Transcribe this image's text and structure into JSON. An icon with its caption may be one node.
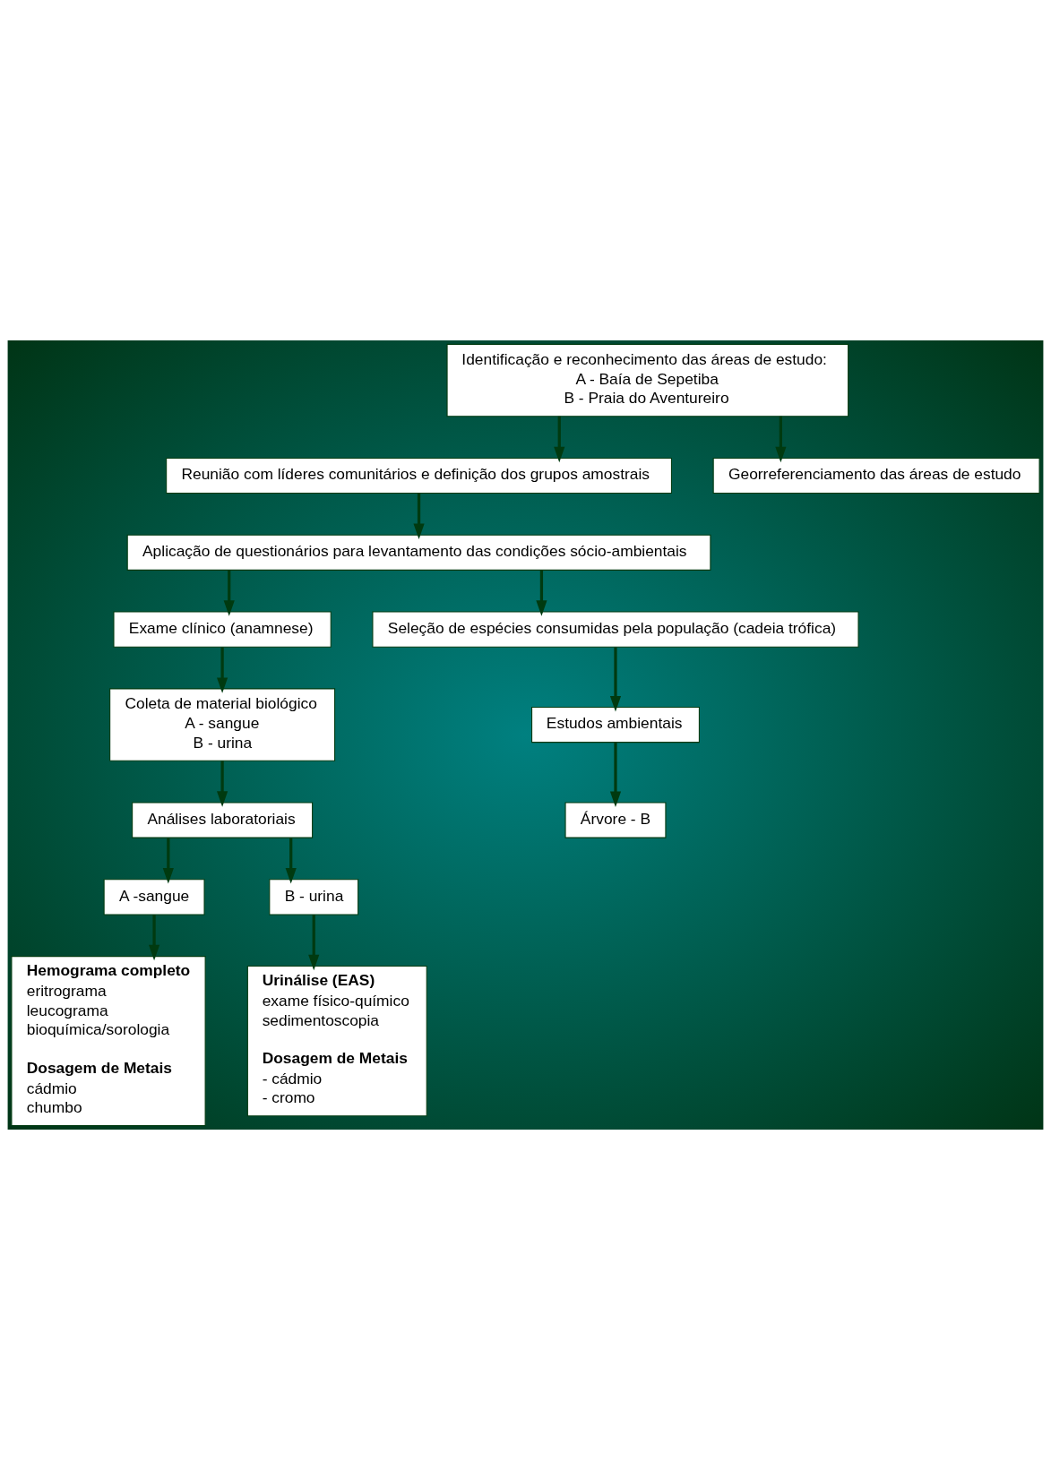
{
  "diagram": {
    "nodes": [
      {
        "text": [
          "Identificação e reconhecimento das áreas de estudo:",
          "A - Baía de Sepetiba",
          "B - Praia do Aventureiro"
        ]
      },
      {
        "text": [
          "Reunião com líderes comunitários e definição dos grupos amostrais"
        ]
      },
      {
        "text": [
          "Georreferenciamento das áreas de estudo"
        ]
      },
      {
        "text": [
          "Aplicação de questionários para levantamento das condições sócio-ambientais"
        ]
      },
      {
        "text": [
          "Exame clínico (anamnese)"
        ]
      },
      {
        "text": [
          "Seleção de espécies consumidas pela população (cadeia trófica)"
        ]
      },
      {
        "text": [
          "Coleta de material biológico",
          "A - sangue",
          "B - urina"
        ]
      },
      {
        "text": [
          "Estudos ambientais"
        ]
      },
      {
        "text": [
          "Árvore - B"
        ]
      },
      {
        "text": [
          "Análises laboratoriais"
        ]
      },
      {
        "text": [
          "A -sangue"
        ]
      },
      {
        "text": [
          "B - urina"
        ]
      },
      {
        "text": [
          "Hemograma completo",
          "eritrograma",
          "leucograma",
          "bioquímica/sorologia",
          "Dosagem de Metais",
          "cádmio",
          "chumbo"
        ]
      },
      {
        "text": [
          "Urinálise (EAS)",
          "exame físico-químico",
          "sedimentoscopia",
          "Dosagem de Metais",
          "- cádmio",
          "- cromo"
        ]
      }
    ],
    "edges": [
      {
        "from": 0,
        "to": 1,
        "arrow": "to"
      },
      {
        "from": 0,
        "to": 2,
        "arrow": "to"
      },
      {
        "from": 1,
        "to": 3,
        "arrow": "to"
      },
      {
        "from": 3,
        "to": 4,
        "arrow": "to"
      },
      {
        "from": 3,
        "to": 5,
        "arrow": "to"
      },
      {
        "from": 4,
        "to": 6,
        "arrow": "to"
      },
      {
        "from": 5,
        "to": 7,
        "arrow": "to"
      },
      {
        "from": 7,
        "to": 8,
        "arrow": "to"
      },
      {
        "from": 6,
        "to": 9,
        "arrow": "to"
      },
      {
        "from": 9,
        "to": 10,
        "arrow": "to"
      },
      {
        "from": 9,
        "to": 11,
        "arrow": "to"
      },
      {
        "from": 10,
        "to": 12,
        "arrow": "to"
      },
      {
        "from": 11,
        "to": 13,
        "arrow": "to"
      }
    ]
  }
}
